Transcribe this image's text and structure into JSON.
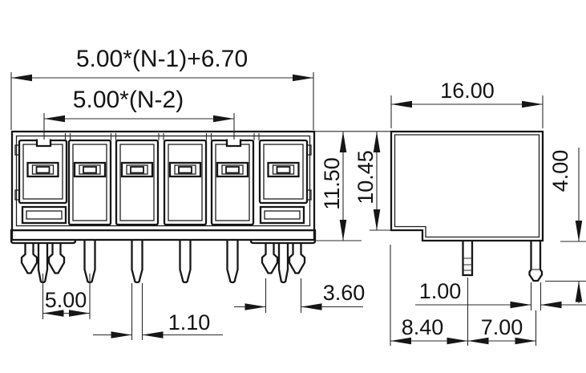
{
  "front_view": {
    "dim_total_width": "5.00*(N-1)+6.70",
    "dim_pole_span": "5.00*(N-2)",
    "dim_total_height": "11.50",
    "dim_body_height": "10.45",
    "dim_pin_pitch": "5.00",
    "dim_pin_width": "1.10",
    "dim_peg_width": "3.60"
  },
  "side_view": {
    "dim_body_depth": "16.00",
    "dim_pin_length": "4.00",
    "dim_pin_thickness": "1.00",
    "dim_peg_from_edge": "8.40",
    "dim_peg_to_pin": "7.00"
  }
}
